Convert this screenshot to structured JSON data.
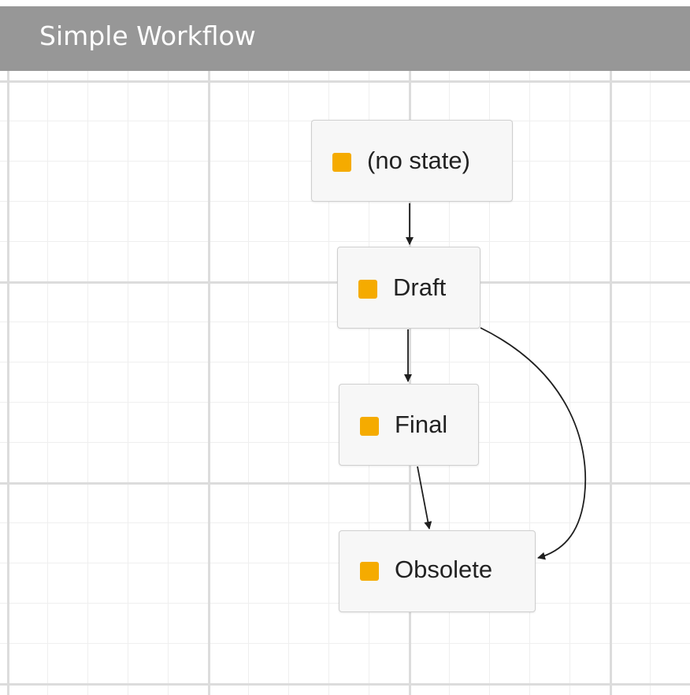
{
  "header": {
    "title": "Simple Workflow"
  },
  "colors": {
    "header_bg": "#979797",
    "state_marker": "#f5ab00",
    "edge": "#1f1f1f"
  },
  "nodes": [
    {
      "id": "no-state",
      "label": "(no state)"
    },
    {
      "id": "draft",
      "label": "Draft"
    },
    {
      "id": "final",
      "label": "Final"
    },
    {
      "id": "obsolete",
      "label": "Obsolete"
    }
  ],
  "edges": [
    {
      "from": "no-state",
      "to": "draft"
    },
    {
      "from": "draft",
      "to": "final"
    },
    {
      "from": "final",
      "to": "obsolete"
    },
    {
      "from": "draft",
      "to": "obsolete"
    }
  ]
}
